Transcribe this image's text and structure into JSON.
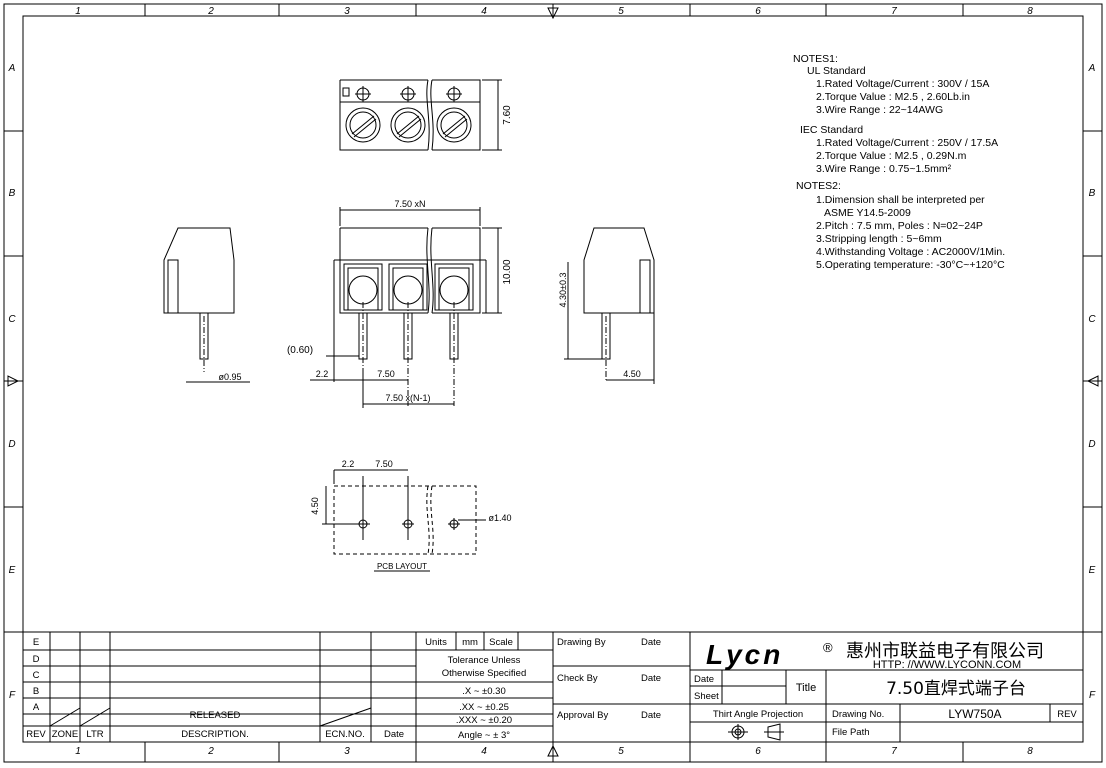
{
  "border": {
    "columns": [
      "1",
      "2",
      "3",
      "4",
      "5",
      "6",
      "7",
      "8"
    ],
    "rows": [
      "A",
      "B",
      "C",
      "D",
      "E",
      "F"
    ]
  },
  "notes": {
    "notes1_title": "NOTES1:",
    "ul_title": "UL Standard",
    "ul_items": [
      "1.Rated Voltage/Current : 300V / 15A",
      "2.Torque Value : M2.5 , 2.60Lb.in",
      "3.Wire Range : 22~14AWG"
    ],
    "iec_title": "IEC Standard",
    "iec_items": [
      "1.Rated Voltage/Current : 250V / 17.5A",
      "2.Torque Value : M2.5 , 0.29N.m",
      "3.Wire Range : 0.75~1.5mm²"
    ],
    "notes2_title": "NOTES2:",
    "notes2_items": [
      "1.Dimension shall be interpreted per",
      "ASME Y14.5-2009",
      "2.Pitch : 7.5 mm, Poles : N=02~24P",
      "3.Stripping length : 5~6mm",
      "4.Withstanding Voltage : AC2000V/1Min.",
      "5.Operating temperature: -30°C~+120°C"
    ]
  },
  "dims": {
    "top_height": "7.60",
    "pitch_n": "7.50 xN",
    "front_height": "10.00",
    "offset": "(0.60)",
    "edge": "2.2",
    "pitch": "7.50",
    "pitch_n1": "7.50 x(N-1)",
    "pin_height": "4.30±0.3",
    "side_width": "4.50",
    "pin_dia": "ø0.95",
    "pcb_edge": "2.2",
    "pcb_pitch": "7.50",
    "pcb_height": "4.50",
    "hole_dia": "ø1.40",
    "pcb_label": "PCB LAYOUT"
  },
  "title_block": {
    "rev_rows": [
      "E",
      "D",
      "C",
      "B",
      "A"
    ],
    "released": "RELEASED",
    "headers": {
      "rev": "REV",
      "zone": "ZONE",
      "ltr": "LTR",
      "desc": "DESCRIPTION.",
      "ecn": "ECN.NO.",
      "date": "Date"
    },
    "units": "Units",
    "mm": "mm",
    "scale": "Scale",
    "tolerance1": "Tolerance Unless",
    "tolerance2": "Otherwise Specified",
    "tol_x": ".X ~ ±0.30",
    "tol_xx": ".XX ~ ±0.25",
    "tol_xxx": ".XXX ~ ±0.20",
    "tol_angle": "Angle ~ ± 3°",
    "drawing_by": "Drawing By",
    "check_by": "Check By",
    "approval_by": "Approval By",
    "date_label": "Date",
    "sheet": "Sheet",
    "title_label": "Title",
    "projection": "Thirt Angle Projection",
    "drawing_no_label": "Drawing No.",
    "drawing_no": "LYW750A",
    "rev_label": "REV",
    "file_path": "File Path",
    "logo": "Lycn",
    "company": "惠州市联益电子有限公司",
    "url": "HTTP: //WWW.LYCONN.COM",
    "product_title": "7.50直焊式端子台"
  }
}
